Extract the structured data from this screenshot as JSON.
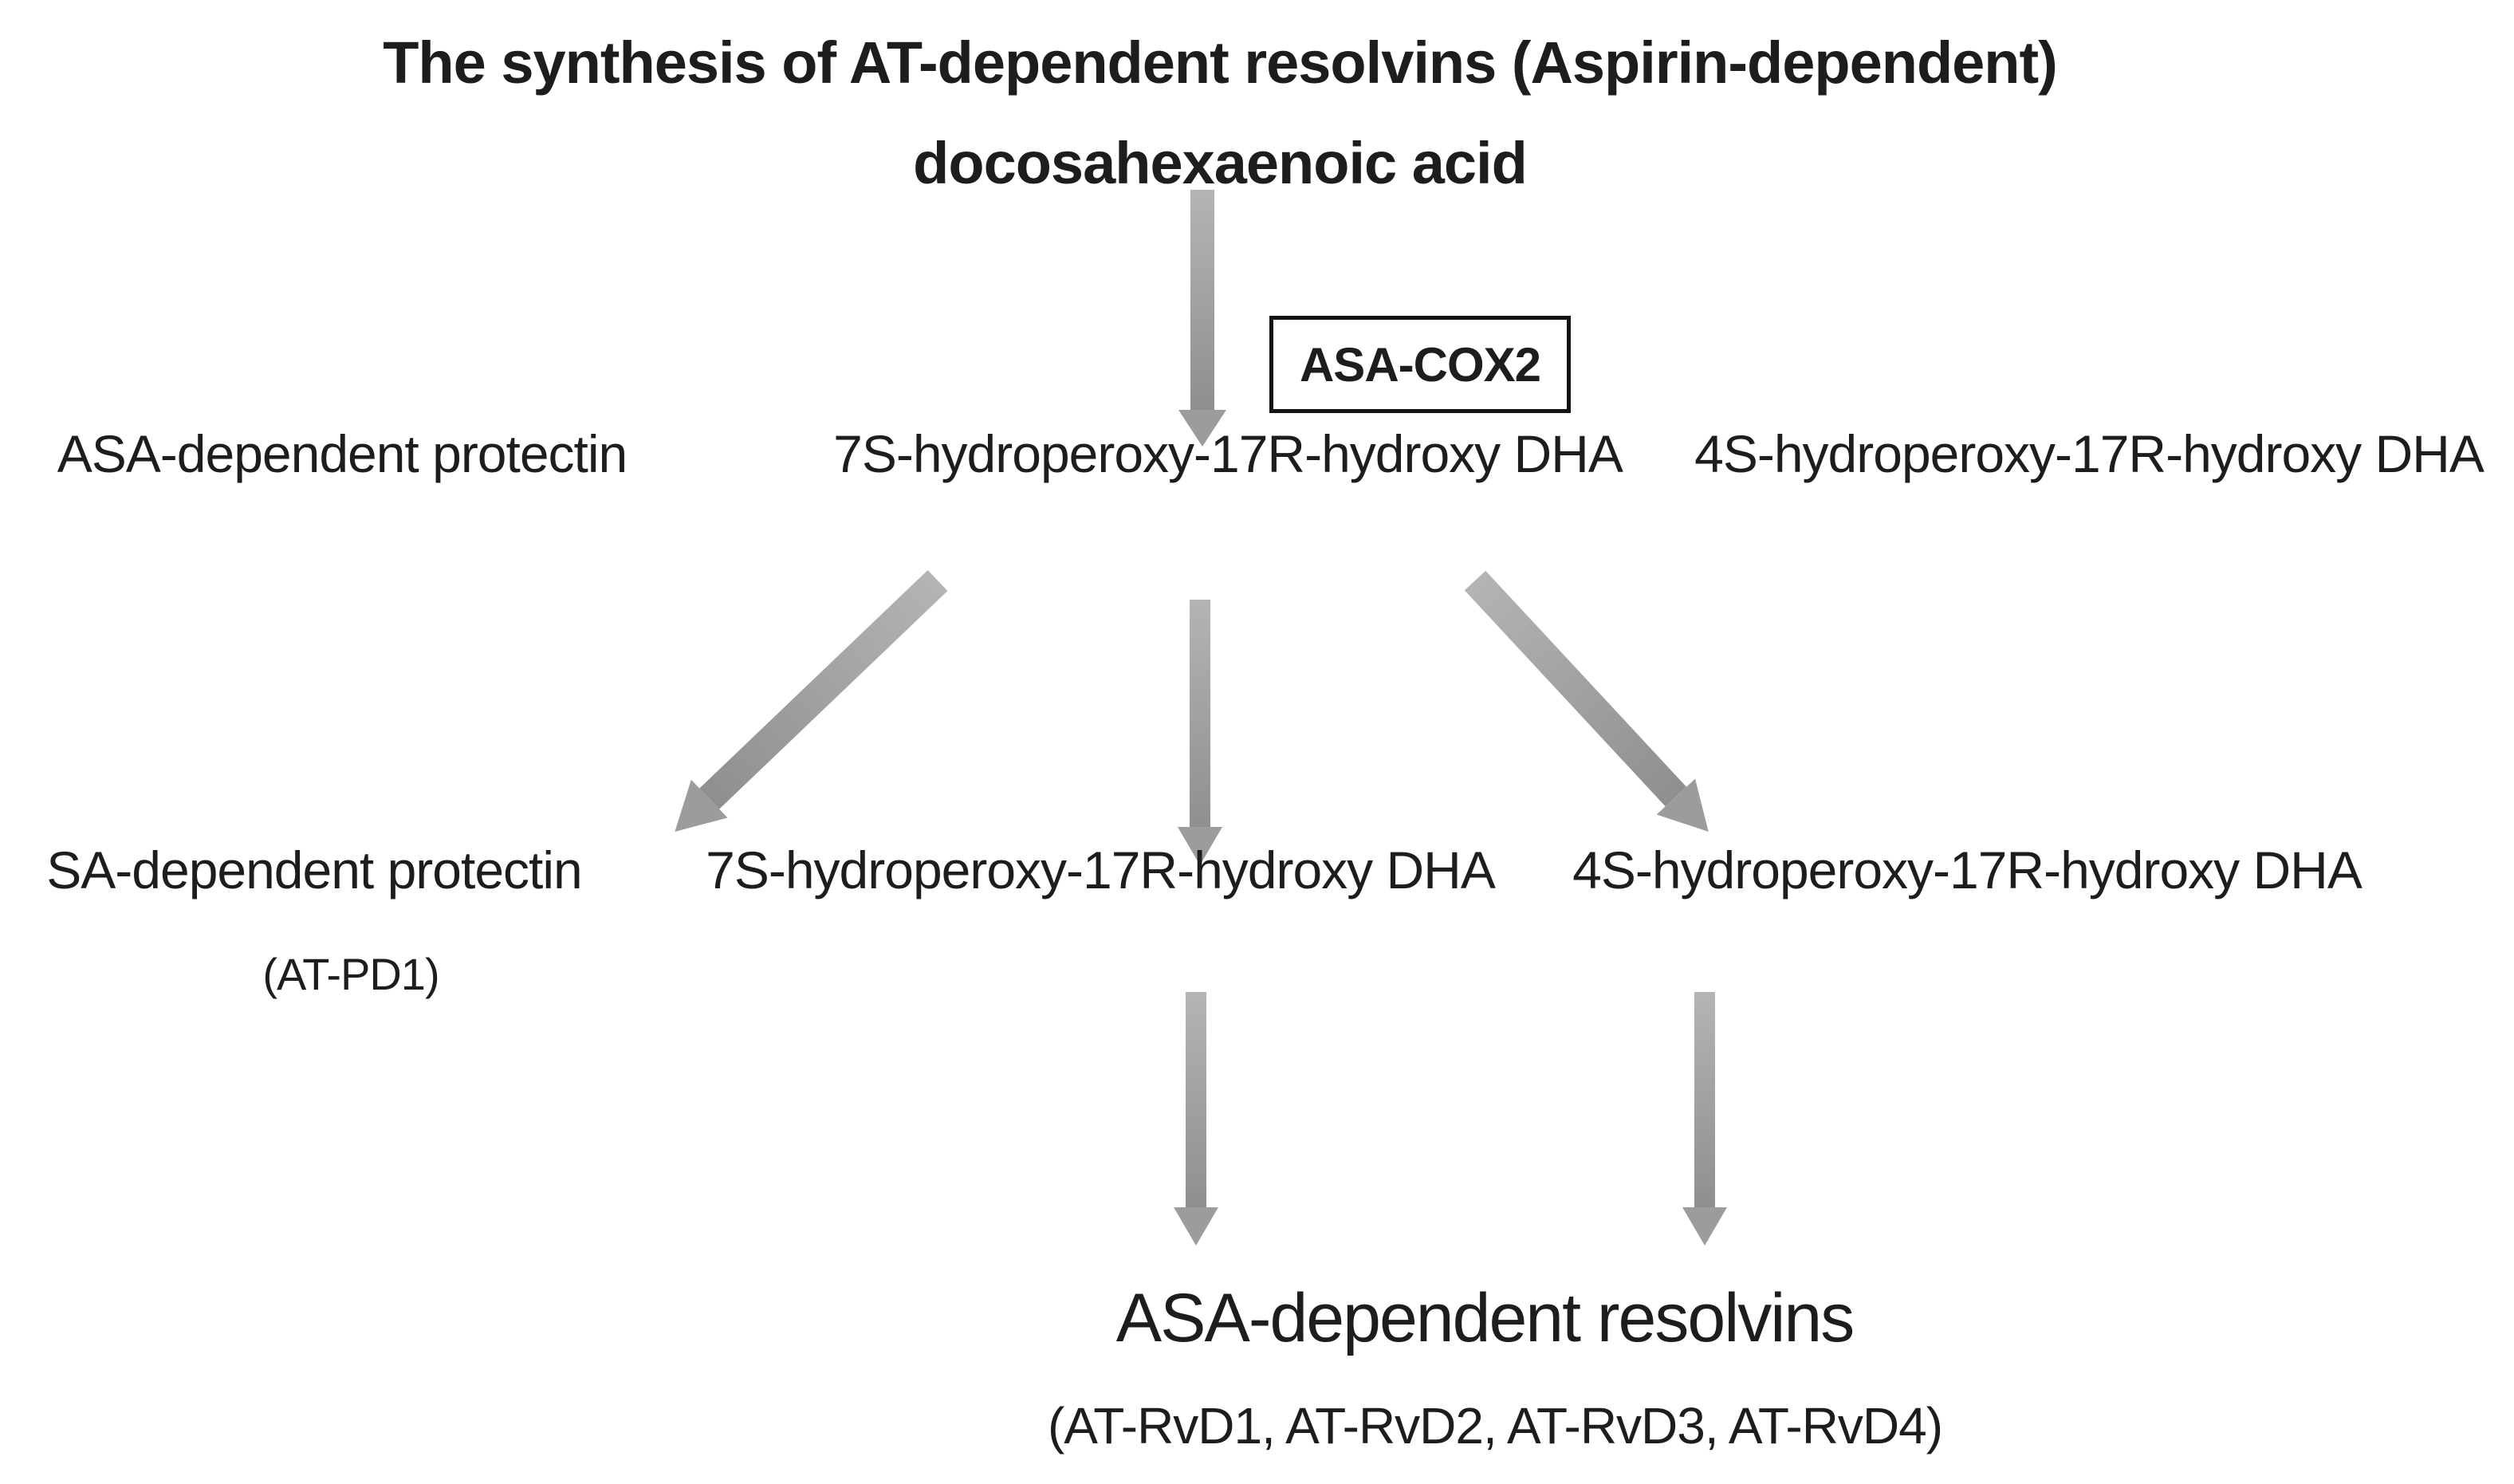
{
  "title": {
    "line1": "The synthesis of AT-dependent resolvins (Aspirin-dependent)",
    "line2": "docosahexaenoic acid"
  },
  "enzyme_box": {
    "label": "ASA-COX2"
  },
  "nodes": {
    "row1_left": "ASA-dependent protectin",
    "row1_middle": "7S-hydroperoxy-17R-hydroxy DHA",
    "row1_right": "4S-hydroperoxy-17R-hydroxy DHA",
    "row2_left": "SA-dependent protectin",
    "row2_left_sub": "(AT-PD1)",
    "row2_middle": "7S-hydroperoxy-17R-hydroxy DHA",
    "row2_right": "4S-hydroperoxy-17R-hydroxy DHA",
    "output": "ASA-dependent resolvins",
    "output_sub": "(AT-RvD1, AT-RvD2, AT-RvD3, AT-RvD4)"
  },
  "colors": {
    "arrow": "#9c9c9c",
    "arrow_light": "#b4b4b4",
    "arrow_dark": "#8f8f8f",
    "text": "#1d1d1d",
    "box_border": "#141414",
    "background": "#ffffff"
  }
}
